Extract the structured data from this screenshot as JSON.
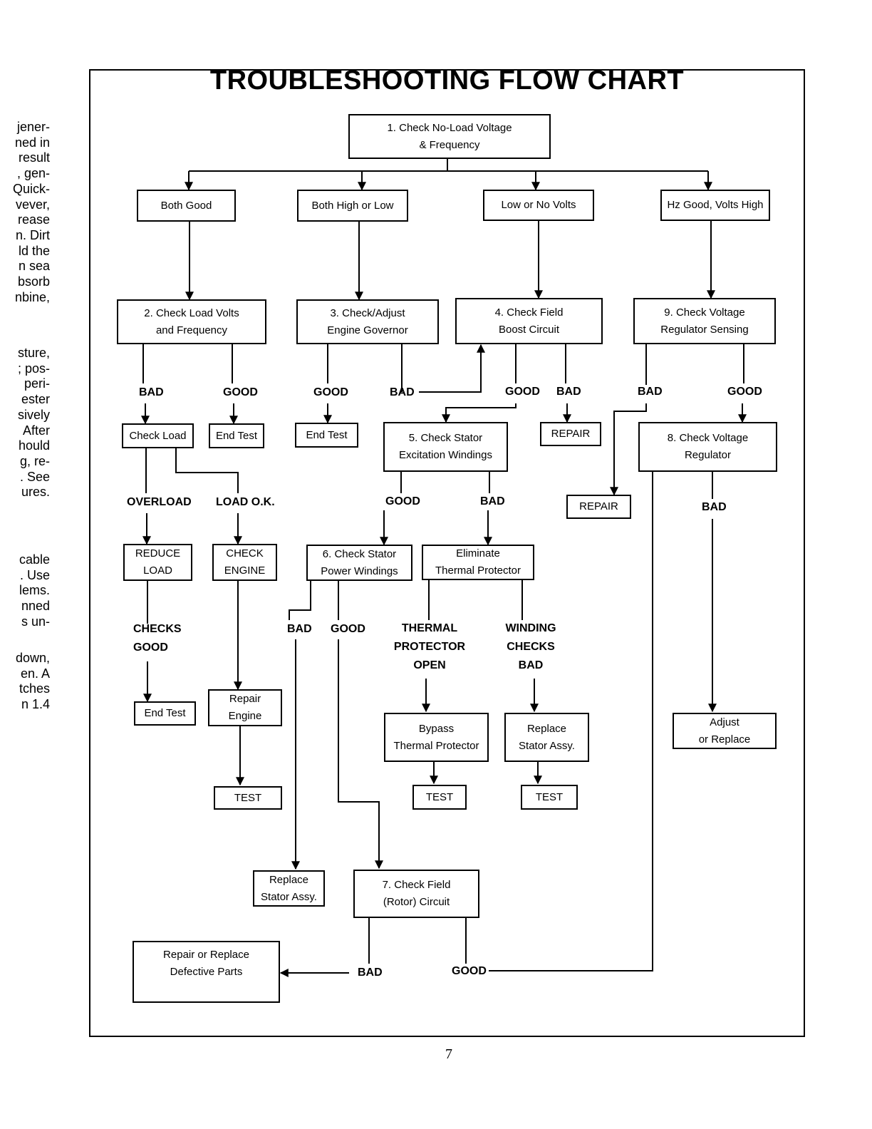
{
  "title": "TROUBLESHOOTING FLOW CHART",
  "page_number": "7",
  "margin_fragments": {
    "block1": "jener-\nned in\nresult\n, gen-\nQuick-\nvever,\nrease\nn. Dirt\nld the\nn sea\nbsorb\nnbine,",
    "block2": "sture,\n; pos-\n peri-\nester\nsively\n After\nhould\ng, re-\n. See\nures.",
    "block3": "cable\n. Use\nlems.\nnned\ns un-",
    "block4": "down,\nen. A\ntches\nn 1.4"
  },
  "boxes": {
    "b1": "1. Check No-Load Voltage\n& Frequency",
    "both_good": "Both Good",
    "both_high_low": "Both High or Low",
    "low_no_volts": "Low or No Volts",
    "hz_good_volts_high": "Hz Good, Volts High",
    "b2": "2. Check Load Volts\nand Frequency",
    "b3": "3. Check/Adjust\nEngine Governor",
    "b4": "4. Check Field\nBoost Circuit",
    "b9": "9. Check Voltage\nRegulator Sensing",
    "check_load": "Check Load",
    "end_test_1": "End Test",
    "end_test_2": "End Test",
    "b5": "5. Check Stator\nExcitation Windings",
    "repair_1": "REPAIR",
    "b8": "8. Check Voltage\nRegulator",
    "repair_2": "REPAIR",
    "reduce_load": "REDUCE\nLOAD",
    "check_engine": "CHECK\nENGINE",
    "b6": "6. Check Stator\nPower Windings",
    "eliminate_tp": "Eliminate\nThermal Protector",
    "end_test_3": "End Test",
    "repair_engine": "Repair\nEngine",
    "bypass_tp": "Bypass\nThermal Protector",
    "replace_stator_1": "Replace\nStator Assy.",
    "adjust_replace": "Adjust\nor Replace",
    "test_1": "TEST",
    "test_2": "TEST",
    "test_3": "TEST",
    "replace_stator_2": "Replace\nStator Assy.",
    "b7": "7. Check Field\n(Rotor) Circuit",
    "repair_replace_parts": "Repair or Replace\nDefective Parts"
  },
  "labels": {
    "bad_2": "BAD",
    "good_2": "GOOD",
    "good_3": "GOOD",
    "bad_3": "BAD",
    "good_4": "GOOD",
    "bad_4": "BAD",
    "bad_9": "BAD",
    "good_9": "GOOD",
    "overload": "OVERLOAD",
    "load_ok": "LOAD O.K.",
    "good_5": "GOOD",
    "bad_5": "BAD",
    "bad_8": "BAD",
    "checks_good": "CHECKS\nGOOD",
    "bad_6": "BAD",
    "good_6": "GOOD",
    "thermal_open": "THERMAL\nPROTECTOR\nOPEN",
    "winding_bad": "WINDING\nCHECKS\nBAD",
    "bad_7": "BAD",
    "good_7": "GOOD"
  }
}
